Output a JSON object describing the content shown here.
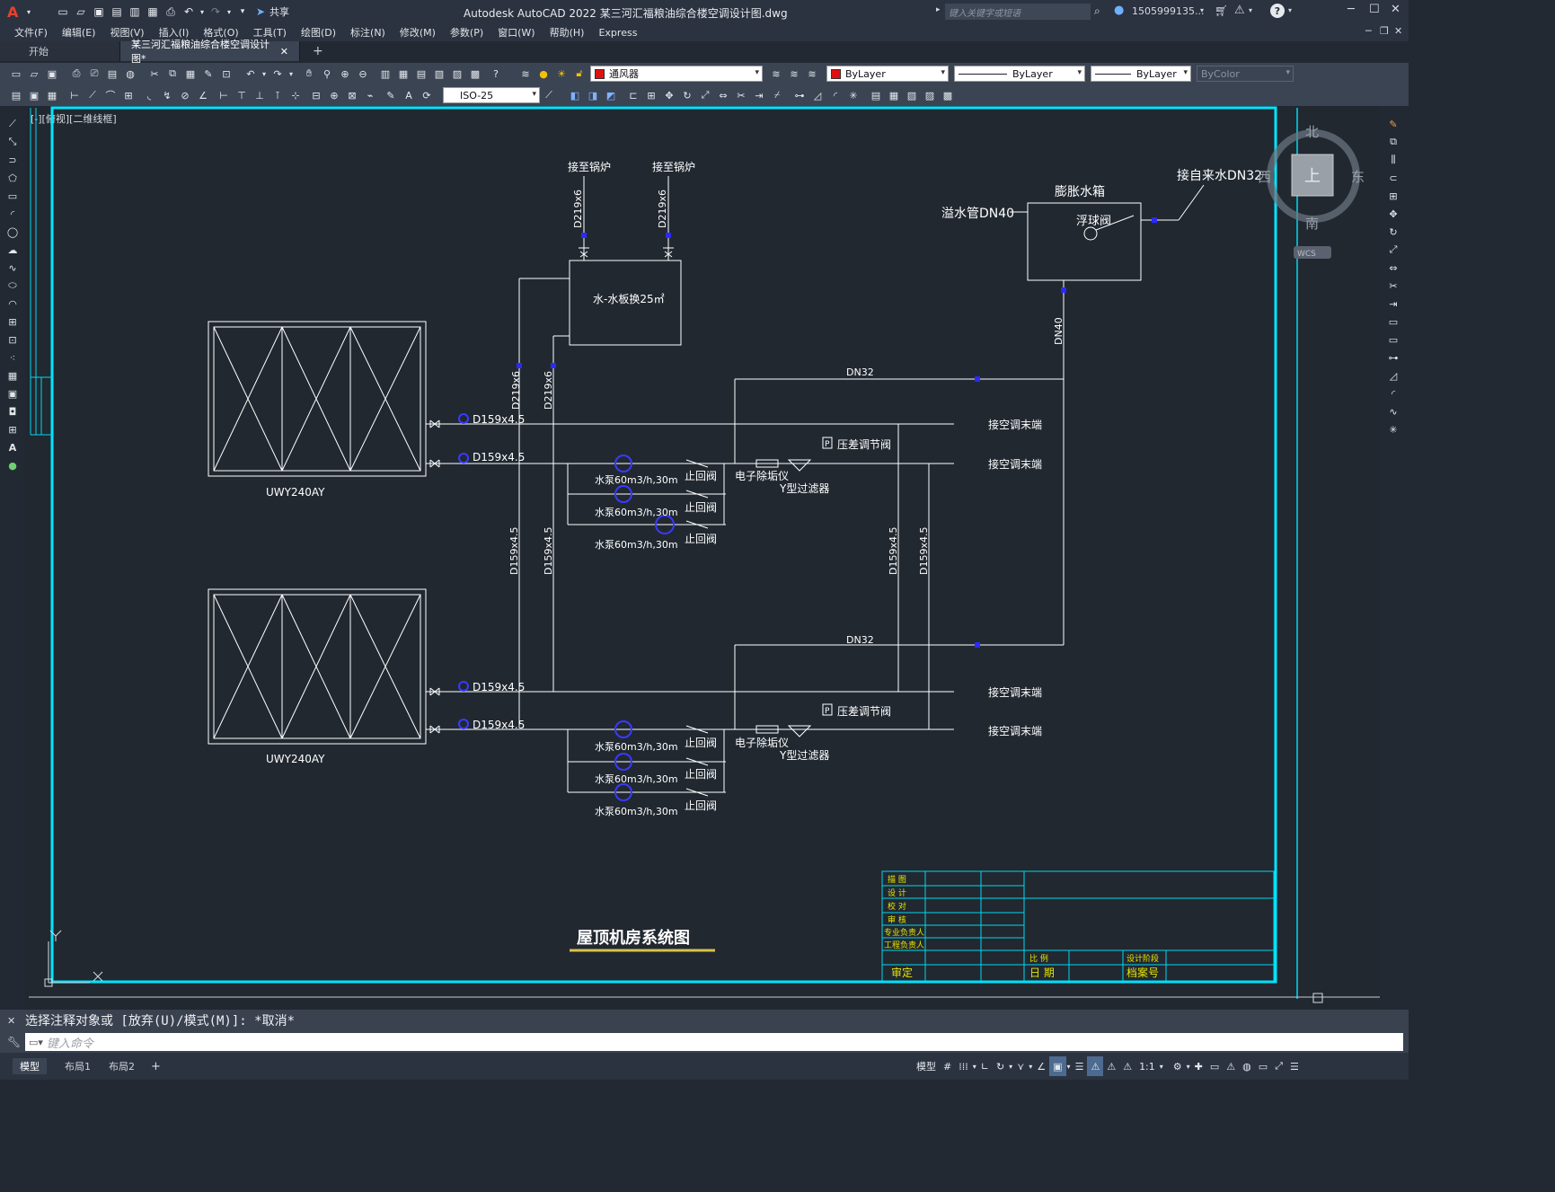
{
  "titlebar": {
    "app_letter": "A",
    "share_label": "共享",
    "title": "Autodesk AutoCAD 2022    某三河汇福粮油综合楼空调设计图.dwg",
    "search_placeholder": "键入关键字或短语",
    "user": "1505999135...",
    "help": "?"
  },
  "menu": [
    "文件(F)",
    "编辑(E)",
    "视图(V)",
    "插入(I)",
    "格式(O)",
    "工具(T)",
    "绘图(D)",
    "标注(N)",
    "修改(M)",
    "参数(P)",
    "窗口(W)",
    "帮助(H)",
    "Express"
  ],
  "tabs": {
    "start": "开始",
    "doc": "某三河汇福粮油综合楼空调设计图*",
    "add": "+"
  },
  "toolbar": {
    "layer_name": "通风器",
    "color": "ByLayer",
    "linetype": "ByLayer",
    "lineweight": "ByLayer",
    "plotstyle": "ByColor",
    "dimstyle": "ISO-25"
  },
  "viewport_label": "[-][俯视][二维线框]",
  "viewcube": {
    "north": "北",
    "south": "南",
    "east": "东",
    "west": "西",
    "top": "上",
    "wcs": "WCS"
  },
  "drawing": {
    "boiler_1": "接至锅炉",
    "boiler_2": "接至锅炉",
    "d219_a": "D219x6",
    "d219_b": "D219x6",
    "d219_c": "D219x6",
    "d219_d": "D219x6",
    "heat_exchanger": "水-水板换25㎡",
    "expansion_tank": "膨胀水箱",
    "float_valve": "浮球阀",
    "overflow": "溢水管DN40",
    "tap_water": "接自来水DN32",
    "dn40": "DN40",
    "dn32_top": "DN32",
    "dn32_bottom": "DN32",
    "d159": "D159x4.5",
    "chiller_top": "UWY240AY",
    "chiller_bottom": "UWY240AY",
    "ac_end": "接空调末端",
    "pressure_valve": "压差调节阀",
    "check_valve": "止回阀",
    "pump": "水泵60m3/h,30m",
    "descaler": "电子除垢仪",
    "y_filter": "Y型过滤器",
    "title": "屋顶机房系统图",
    "tb_draw": "描 图",
    "tb_design": "设 计",
    "tb_check": "校 对",
    "tb_review": "审 核",
    "tb_prof": "专业负责人",
    "tb_proj": "工程负责人",
    "tb_approve": "审定",
    "tb_scale": "比 例",
    "tb_date": "日 期",
    "tb_stage": "设计阶段",
    "tb_archive": "档案号"
  },
  "command": {
    "history": "选择注释对象或 [放弃(U)/模式(M)]: *取消*",
    "placeholder": "键入命令"
  },
  "status": {
    "model_tab": "模型",
    "layout1": "布局1",
    "layout2": "布局2",
    "model_btn": "模型",
    "scale": "1:1"
  }
}
